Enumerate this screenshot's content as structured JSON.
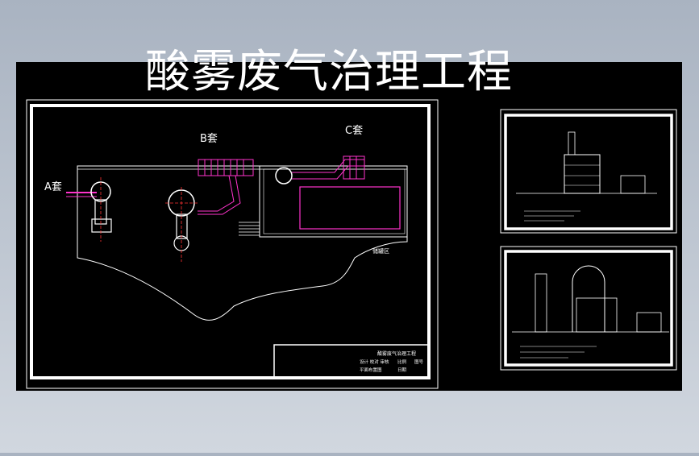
{
  "title": "酸雾废气治理工程",
  "labels": {
    "a_set": "A套",
    "b_set": "B套",
    "c_set": "C套",
    "room": "储罐区"
  },
  "title_block": {
    "row1": "酸雾废气治理工程",
    "row2a": "设计 校对 审核",
    "row2b": "比例",
    "row2c": "图号",
    "row3a": "平面布置图",
    "row3b": "日期"
  },
  "colors": {
    "background": "#000000",
    "line": "#ffffff",
    "accent": "#ff33cc",
    "marker": "#ff3333"
  }
}
